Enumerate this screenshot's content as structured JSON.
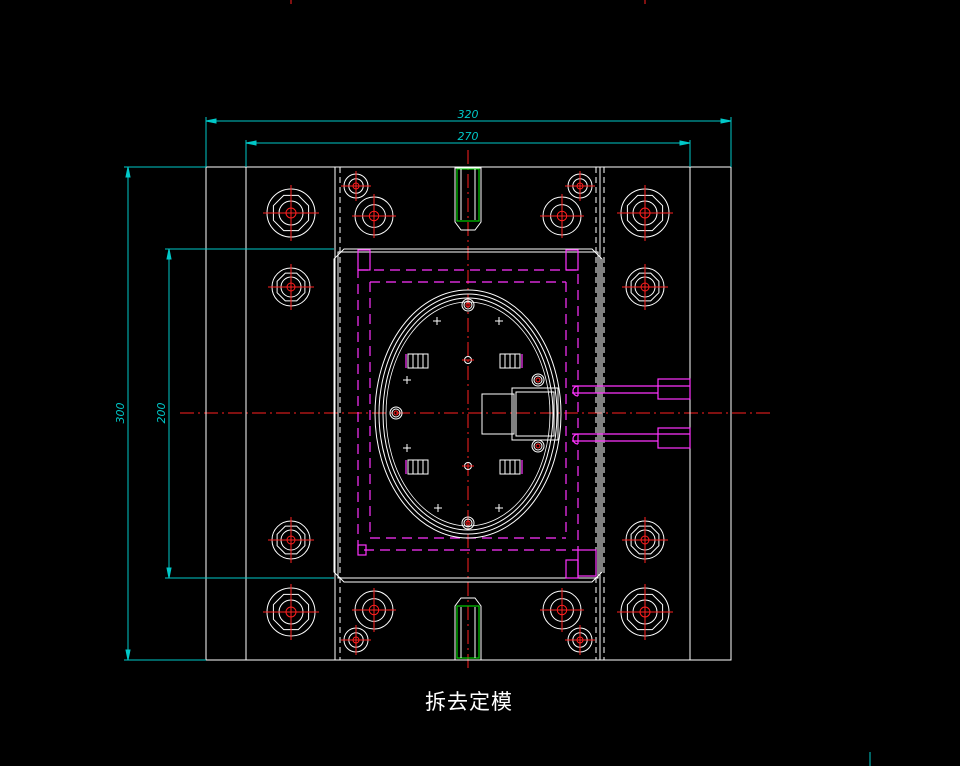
{
  "colors": {
    "background": "#000000",
    "outline": "#ffffff",
    "dimension": "#00c8c8",
    "centerline": "#ff2020",
    "hidden": "#ff33ff",
    "guide_pin": "#00cc00"
  },
  "dimensions": {
    "outer_width": "320",
    "inner_width": "270",
    "overall_height": "300",
    "plate_height": "200"
  },
  "caption": "拆去定模"
}
